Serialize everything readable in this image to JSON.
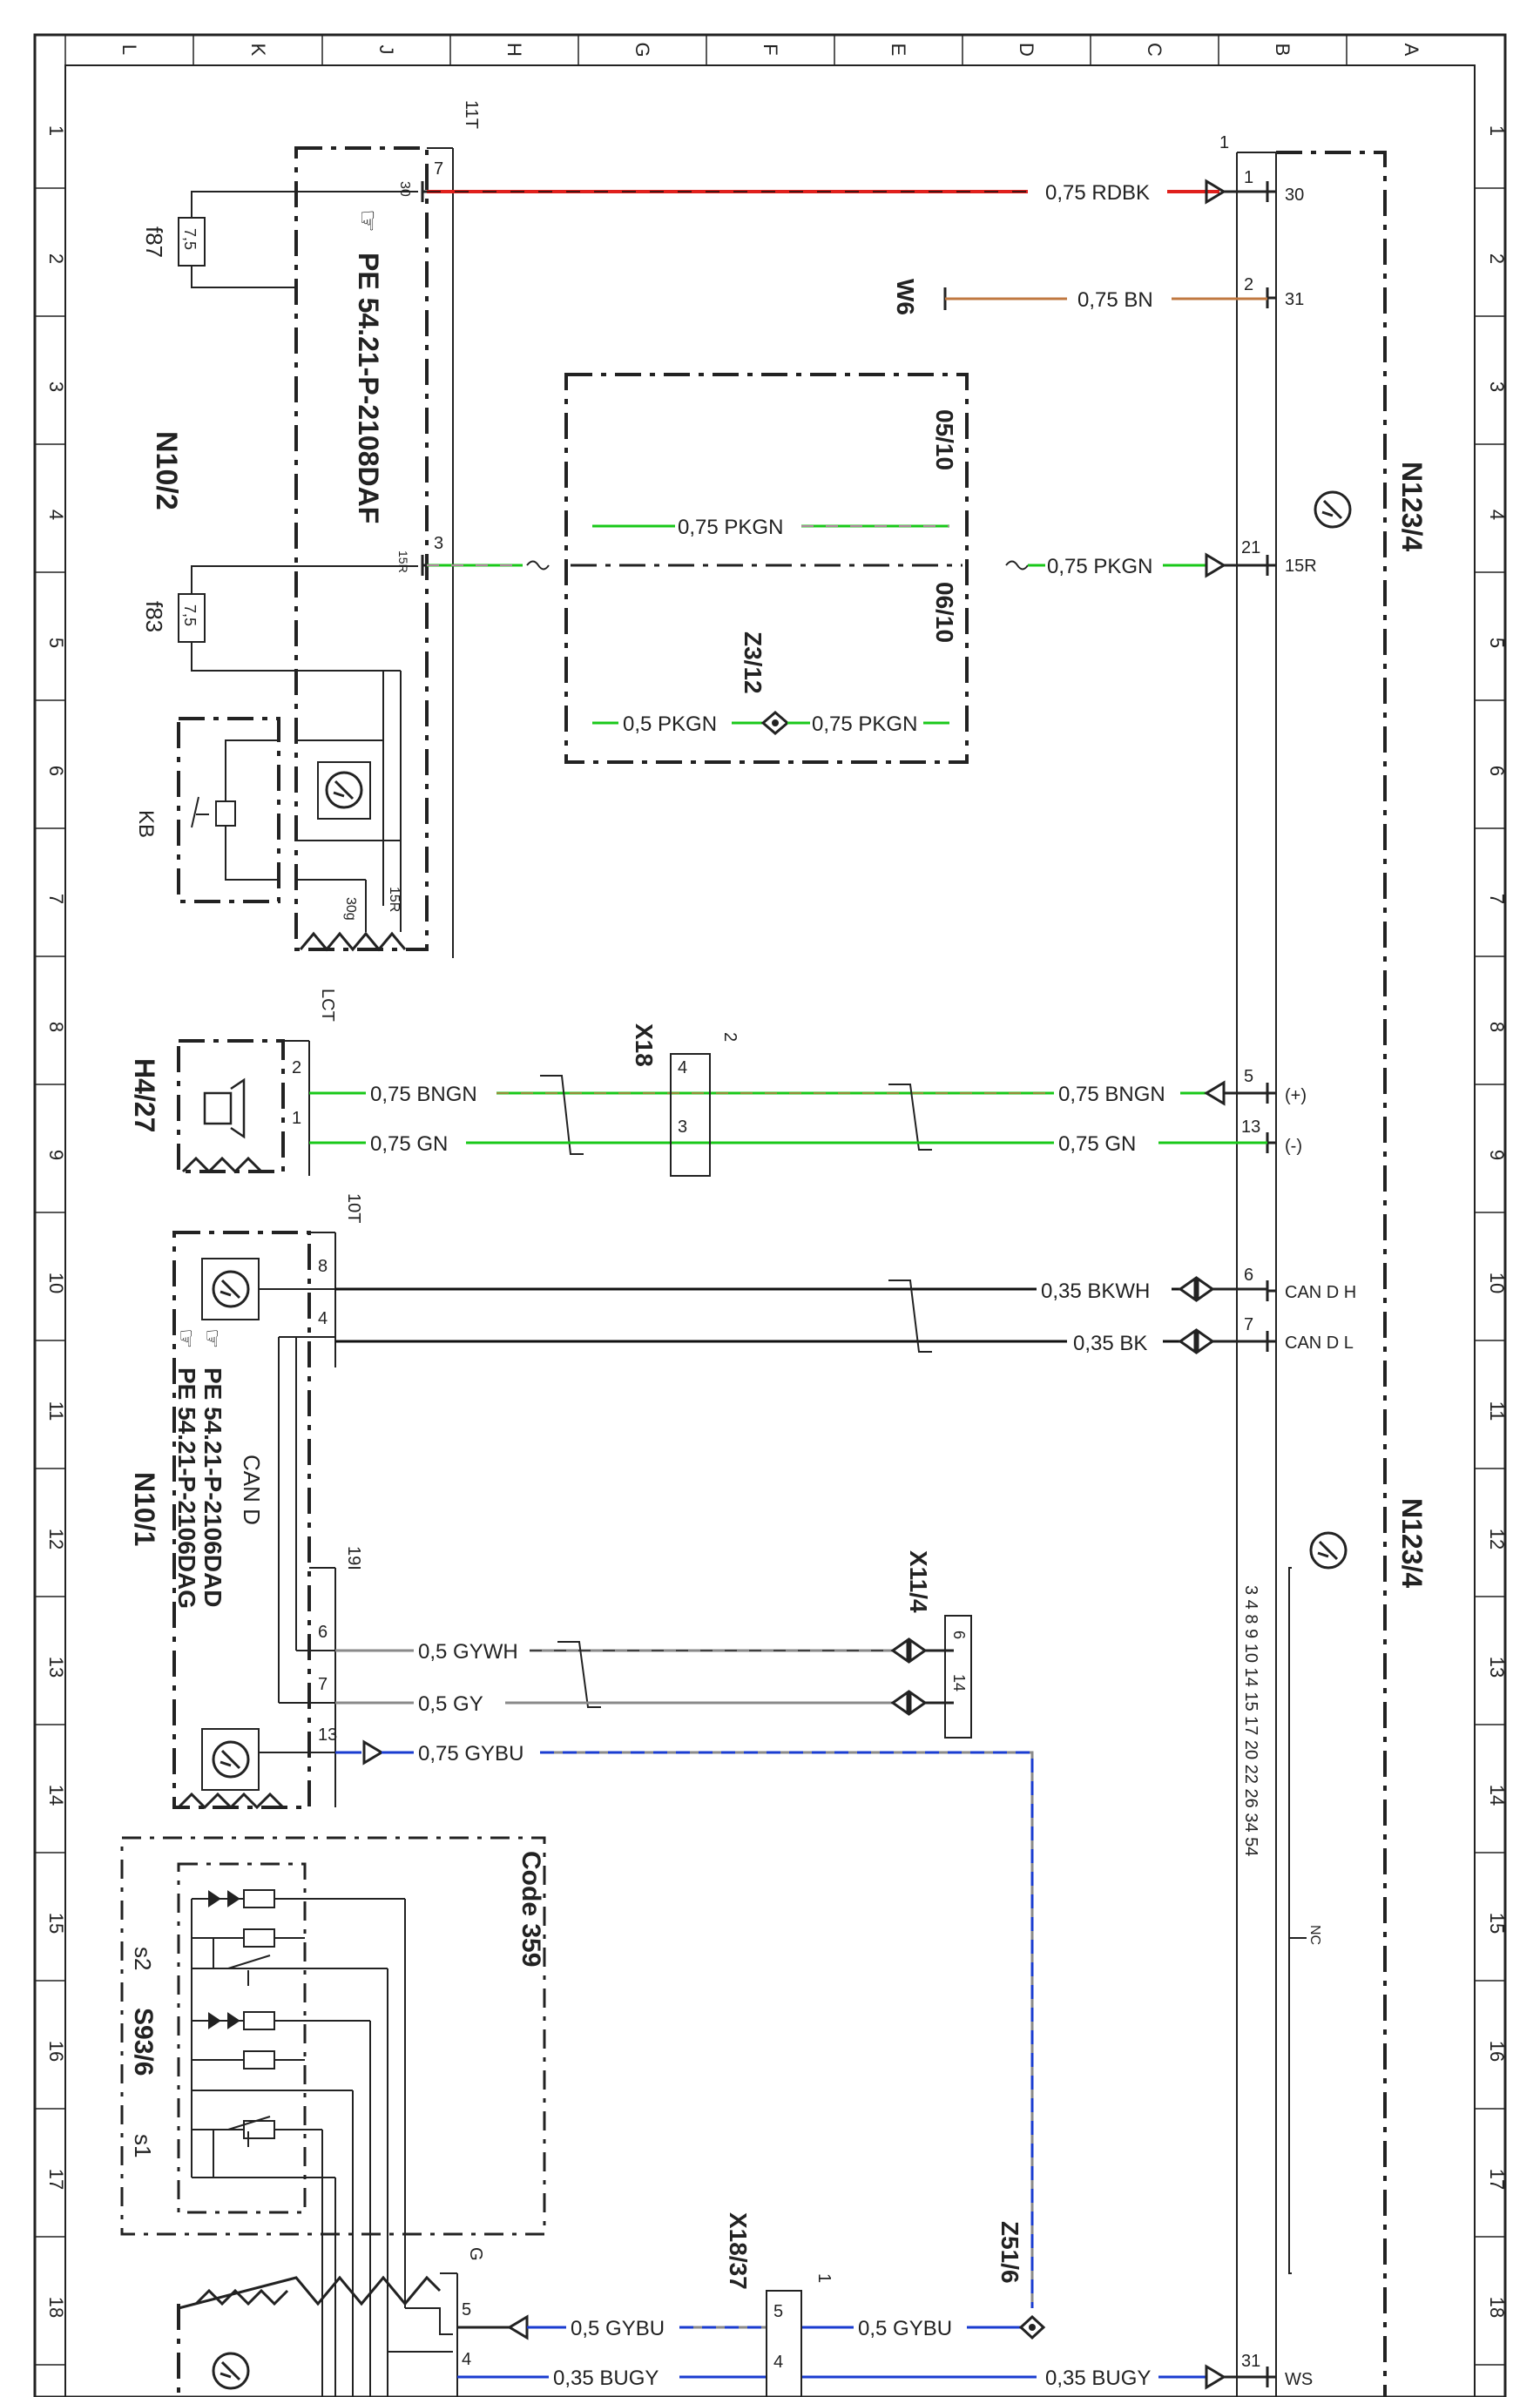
{
  "grid": {
    "columns": [
      "L",
      "K",
      "J",
      "H",
      "G",
      "F",
      "E",
      "D",
      "C",
      "B",
      "A"
    ],
    "rows": [
      "1",
      "2",
      "3",
      "4",
      "5",
      "6",
      "7",
      "8",
      "9",
      "10",
      "11",
      "12",
      "13",
      "14",
      "15",
      "16",
      "17",
      "18"
    ]
  },
  "components": {
    "n10_2": "N10/2",
    "n123_4_top": "N123/4",
    "n123_4_bottom": "N123/4",
    "n10_1": "N10/1",
    "h4_27": "H4/27",
    "s93_6": "S93/6",
    "s1": "s1",
    "s2": "s2",
    "kb": "KB",
    "f87": "f87",
    "f83": "f83",
    "fuse_value": "7,5",
    "w6": "W6",
    "z3_12": "Z3/12",
    "z51_6": "Z51/6",
    "x18": "X18",
    "x18_37": "X18/37",
    "x11_4": "X11/4",
    "code359": "Code 359",
    "can_d": "CAN D"
  },
  "pe_refs": {
    "pe_2108daf": "PE 54.21-P-2108DAF",
    "pe_2106dad": "PE 54.21-P-2106DAD",
    "pe_2106dag": "PE 54.21-P-2106DAG"
  },
  "connectors": {
    "c11t": "11T",
    "c10t": "10T",
    "lct": "LCT",
    "c19i": "19I",
    "cG": "G",
    "c1": "1",
    "c2": "2",
    "o5_10": "05/10",
    "o06_10": "06/10"
  },
  "wires": {
    "rdbk": "0,75 RDBK",
    "bn": "0,75 BN",
    "pkgn_a": "0,75 PKGN",
    "pkgn_b": "0,75 PKGN",
    "pkgn_c": "0,5 PKGN",
    "pkgn_d": "0,75 PKGN",
    "bngn_l": "0,75 BNGN",
    "bngn_r": "0,75 BNGN",
    "gn_l": "0,75 GN",
    "gn_r": "0,75 GN",
    "bkwh": "0,35 BKWH",
    "bk": "0,35 BK",
    "gywh": "0,5 GYWH",
    "gy": "0,5 GY",
    "gybu_075": "0,75 GYBU",
    "gybu_05_l": "0,5 GYBU",
    "gybu_05_r": "0,5 GYBU",
    "bugy_l": "0,35 BUGY",
    "bugy_r": "0,35 BUGY"
  },
  "pins": {
    "p30": "30",
    "p31": "31",
    "p15r": "15R",
    "p15r_b": "15R",
    "p30g": "30g",
    "plus": "(+)",
    "minus": "(-)",
    "can_h": "CAN D H",
    "can_l": "CAN D L",
    "nc": "NC",
    "ws": "WS",
    "n7": "7",
    "n3": "3",
    "n8": "8",
    "n4": "4",
    "n6": "6",
    "n13": "13",
    "n5": "5",
    "n2": "2",
    "n1": "1",
    "n21": "21",
    "n14": "14",
    "n31": "31",
    "bus_pins": "3  4  8  9  10  14  15  17  20  22  26  34  54"
  },
  "colors": {
    "red": "#e0201c",
    "green": "#19c819",
    "pink": "#e070c8",
    "brown": "#c07840",
    "blue": "#1a3cd0",
    "grey": "#8a8a8a",
    "black": "#111111"
  }
}
